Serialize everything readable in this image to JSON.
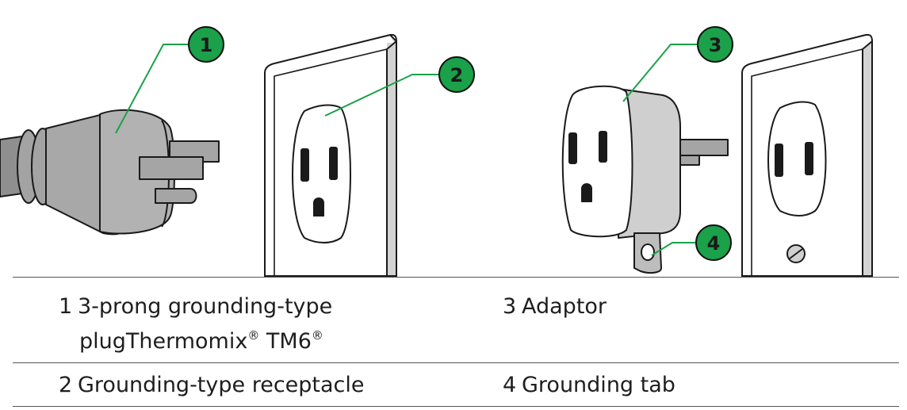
{
  "colors": {
    "callout_green": "#1aa14a",
    "plug_gray": "#9a9a9a",
    "outline": "#1a1a1a"
  },
  "callouts": [
    {
      "number": "1",
      "target": "3-prong grounding-type plug"
    },
    {
      "number": "2",
      "target": "Grounding-type receptacle"
    },
    {
      "number": "3",
      "target": "Adaptor"
    },
    {
      "number": "4",
      "target": "Grounding tab"
    }
  ],
  "legend": {
    "item1": {
      "number": "1",
      "line1": "3-prong grounding-type",
      "line2_prefix": "plugThermomix",
      "reg1": "®",
      "line2_mid": " TM6",
      "reg2": "®"
    },
    "item2": {
      "number": "2",
      "label": "Grounding-type receptacle"
    },
    "item3": {
      "number": "3",
      "label": "Adaptor"
    },
    "item4": {
      "number": "4",
      "label": "Grounding tab"
    }
  }
}
